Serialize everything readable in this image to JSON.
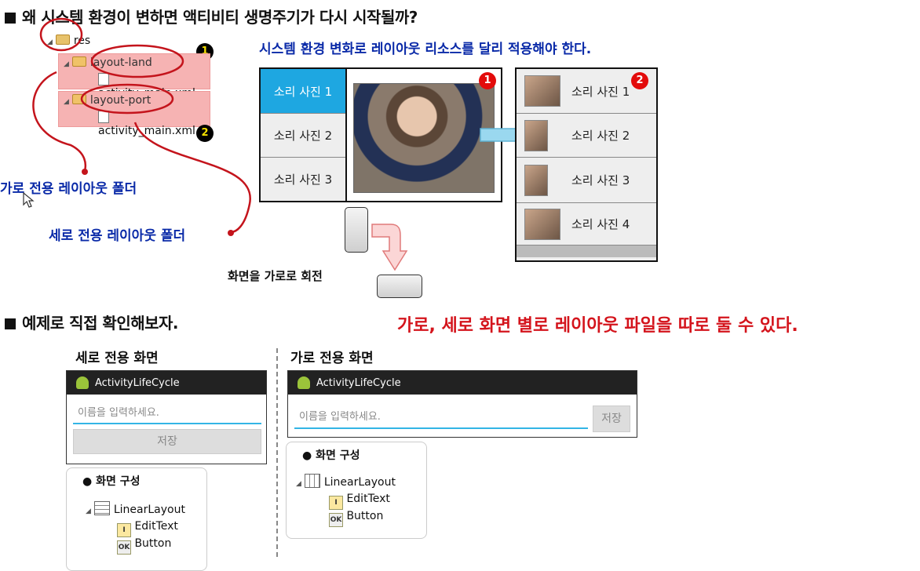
{
  "heading1": "왜 시스템 환경이 변하면 액티비티 생명주기가 다시 시작될까?",
  "tree": {
    "root": "res",
    "land_folder": "layout-land",
    "land_file": "activity_main.xml",
    "port_folder": "layout-port",
    "port_file": "activity_main.xml",
    "badge1": "1",
    "badge2": "2"
  },
  "labels": {
    "landscape_folder": "가로 전용 레이아웃 폴더",
    "portrait_folder": "세로 전용 레이아웃 폴더",
    "system_change": "시스템 환경 변화로 레이아웃 리소스를 달리 적용해야 한다.",
    "rotate": "화면을 가로로 회전"
  },
  "land_panel": {
    "items": [
      "소리 사진 1",
      "소리 사진 2",
      "소리 사진 3"
    ],
    "badge": "1"
  },
  "port_panel": {
    "items": [
      "소리 사진 1",
      "소리 사진 2",
      "소리 사진 3",
      "소리 사진 4"
    ],
    "badge": "2"
  },
  "heading2": "예제로 직접 확인해보자.",
  "note": "가로, 세로 화면 별로 레이아웃 파일을 따로 둘 수 있다.",
  "portrait_demo": {
    "title": "세로 전용 화면",
    "app_title": "ActivityLifeCycle",
    "placeholder": "이름을 입력하세요.",
    "save": "저장",
    "outline_title": "화면 구성",
    "layout": "LinearLayout",
    "child1": "EditText",
    "child2": "Button"
  },
  "landscape_demo": {
    "title": "가로 전용 화면",
    "app_title": "ActivityLifeCycle",
    "placeholder": "이름을 입력하세요.",
    "save": "저장",
    "outline_title": "화면 구성",
    "layout": "LinearLayout",
    "child1": "EditText",
    "child2": "Button"
  },
  "colors": {
    "title_blue": "#0a2aa8",
    "note_red": "#d4141c",
    "selected_item": "#1ea7e1",
    "highlight": "#f6b3b3"
  }
}
